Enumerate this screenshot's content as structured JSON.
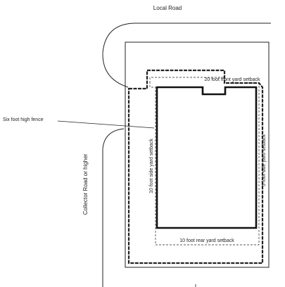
{
  "labels": {
    "local_road": "Local Road",
    "collector_road": "Collector Road or higher",
    "fence": "Six foot high fence",
    "front_setback": "20 foot front yard setback",
    "rear_setback": "10 foot rear yard setback",
    "left_setback": "10 foot side yard setback",
    "right_setback": "5 foot side yard setback"
  },
  "colors": {
    "line": "#222222",
    "background": "#ffffff"
  }
}
